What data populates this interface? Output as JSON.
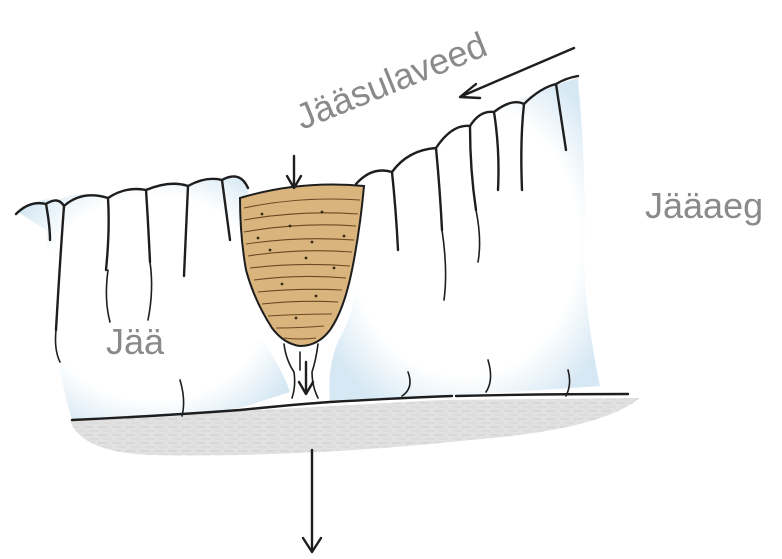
{
  "labels": {
    "meltwater": "Jääsulaveed",
    "ice": "Jää",
    "ice_age": "Jääaeg"
  },
  "colors": {
    "ice_blue": "#cfe3f1",
    "sediment": "#d9b47c",
    "ground": "#d4d4d4",
    "label_gray": "#8a8a8a",
    "ink": "#1e1e1e"
  }
}
